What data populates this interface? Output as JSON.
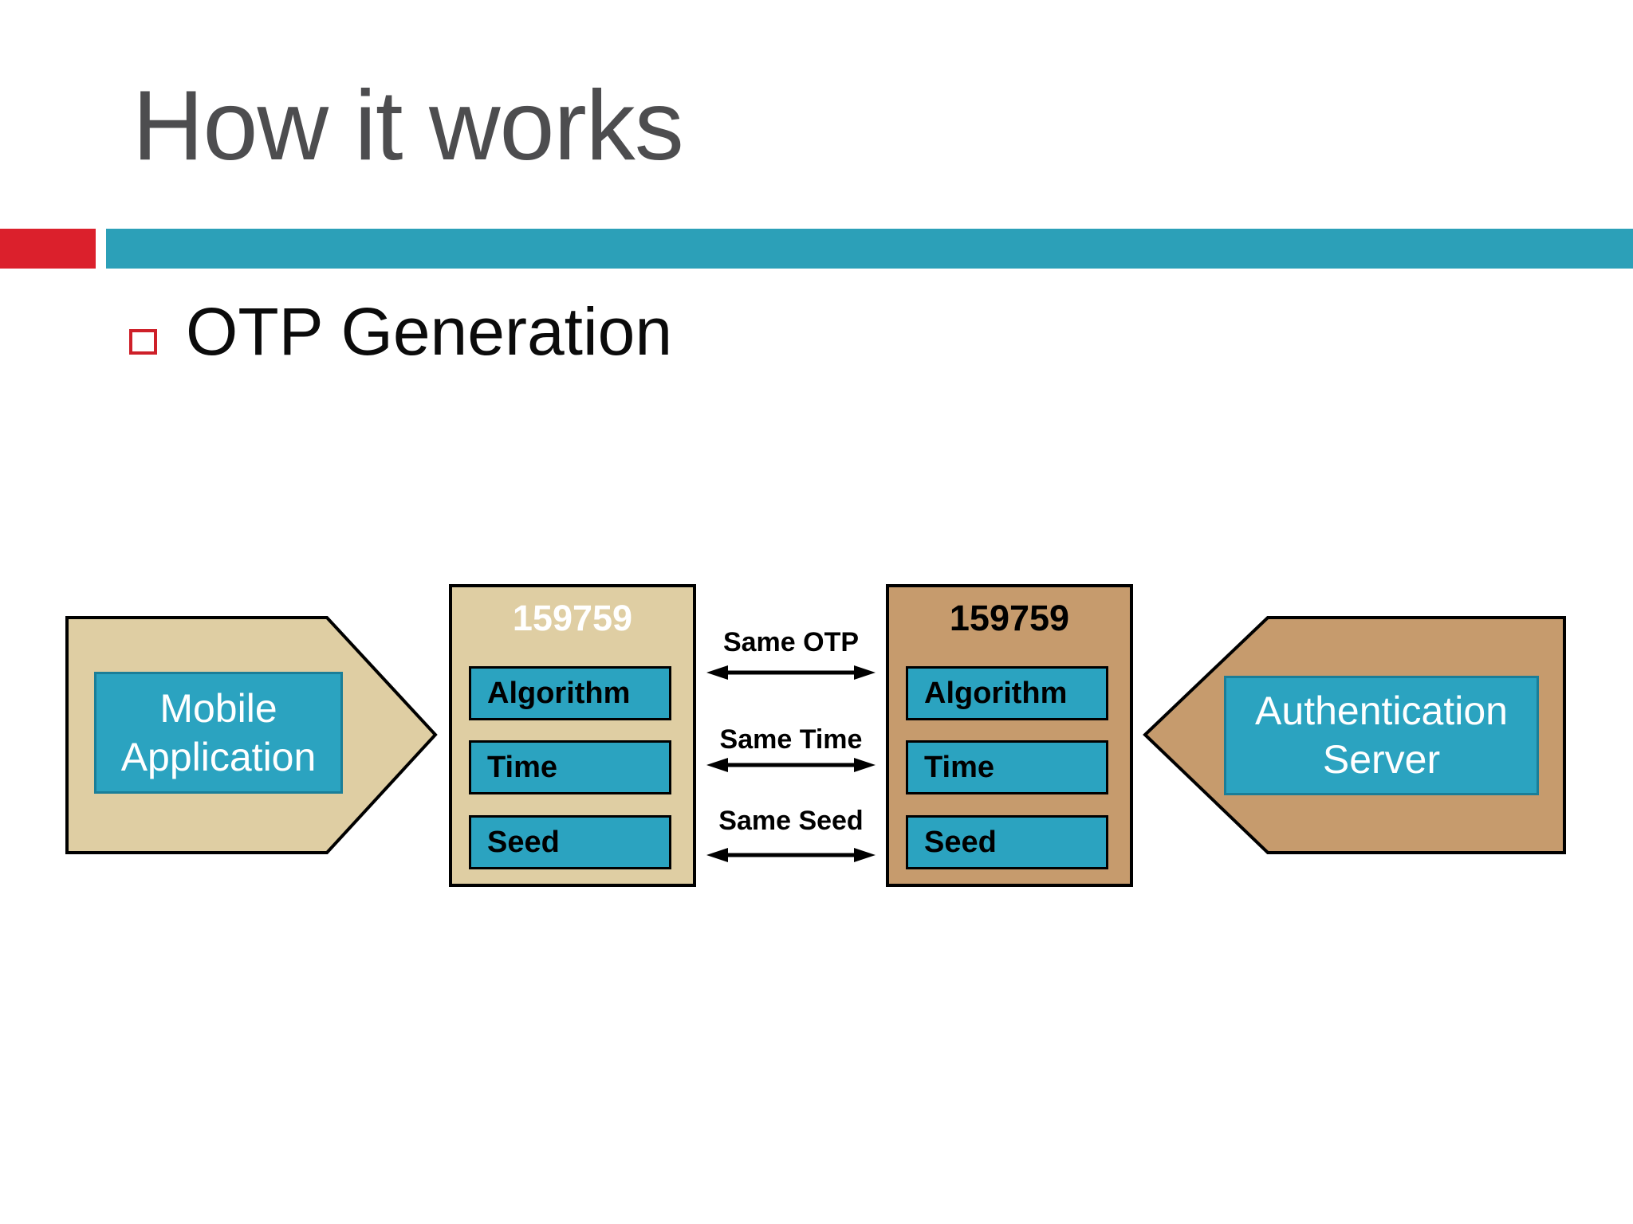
{
  "slide": {
    "title": "How it works",
    "bullet": "OTP Generation"
  },
  "colors": {
    "accent_red": "#DB202C",
    "accent_teal": "#2CA0B8",
    "light_tan": "#DFCEA3",
    "brown": "#C69B6D",
    "teal_fill": "#2BA3C0",
    "teal_border": "#1A7E98",
    "title_gray": "#4D4D4F"
  },
  "diagram": {
    "left_shape": {
      "label": "Mobile Application"
    },
    "client_panel": {
      "otp": "159759",
      "items": [
        "Algorithm",
        "Time",
        "Seed"
      ]
    },
    "links": [
      {
        "label": "Same OTP"
      },
      {
        "label": "Same Time"
      },
      {
        "label": "Same Seed"
      }
    ],
    "server_panel": {
      "otp": "159759",
      "items": [
        "Algorithm",
        "Time",
        "Seed"
      ]
    },
    "right_shape": {
      "label": "Authentication Server"
    }
  }
}
